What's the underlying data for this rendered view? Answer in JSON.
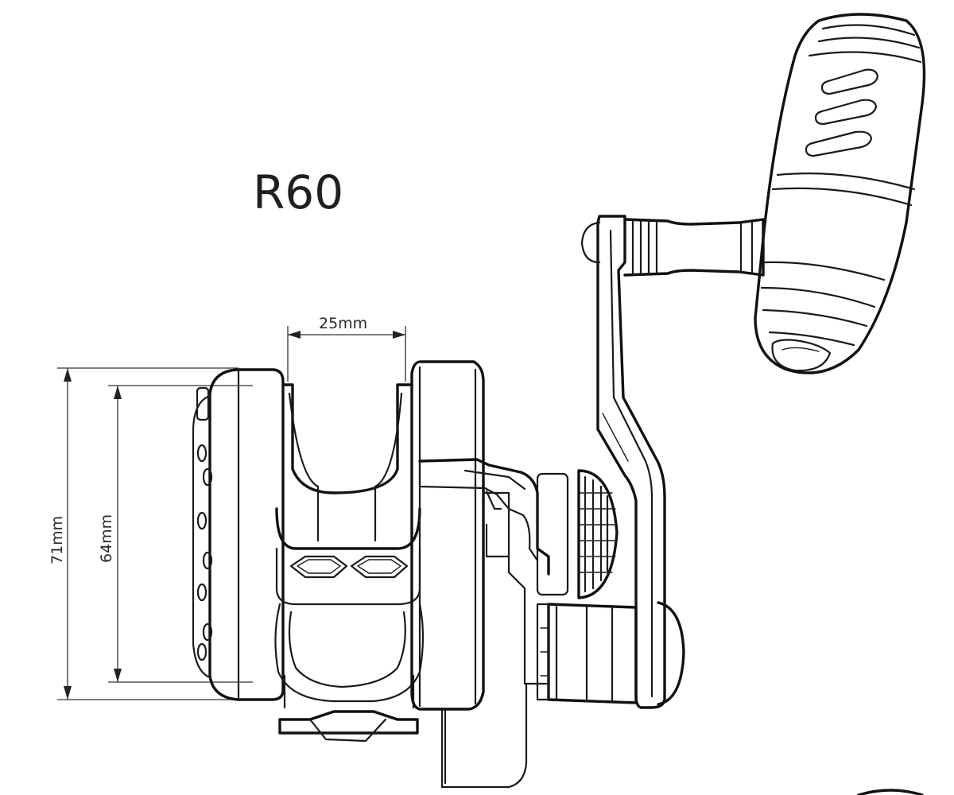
{
  "model_label": "R60",
  "dimensions": {
    "spool_width": "25mm",
    "outer_height": "71mm",
    "inner_height": "64mm"
  },
  "colors": {
    "line": "#1a1a1a",
    "background": "#ffffff"
  }
}
